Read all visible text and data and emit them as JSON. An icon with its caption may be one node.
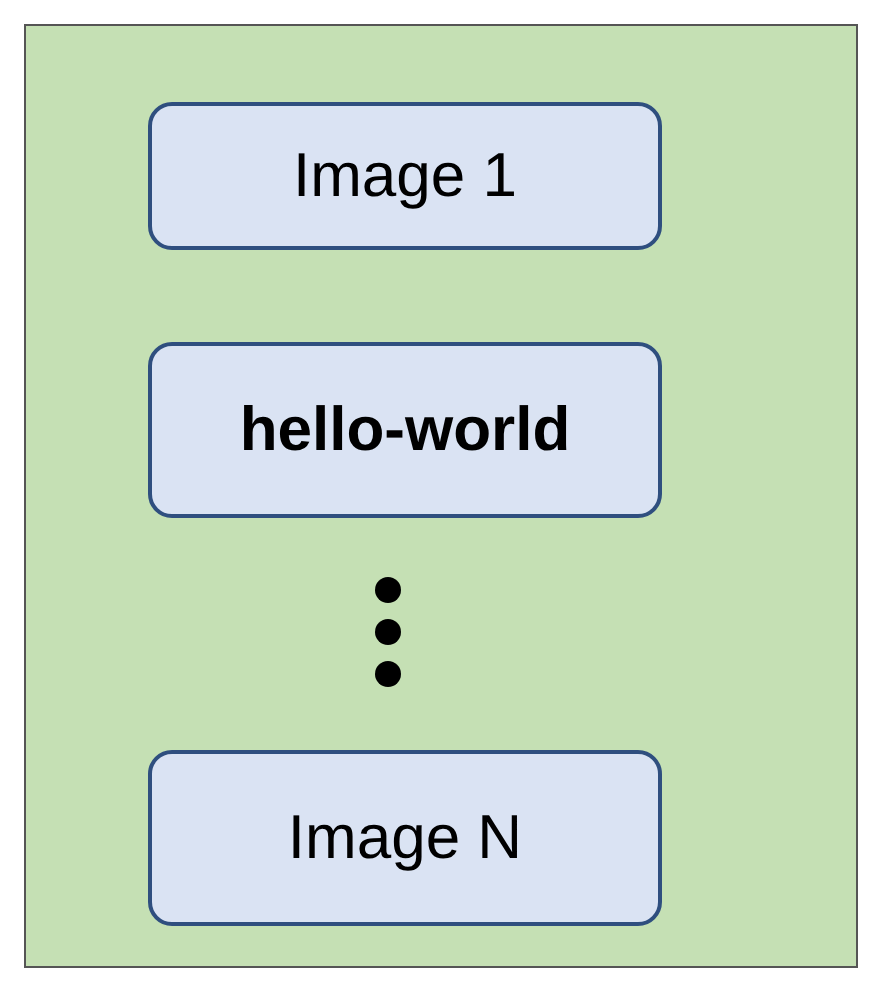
{
  "diagram": {
    "nodes": [
      {
        "text": [],
        "shape": "box"
      },
      {
        "text": [
          "Image 1"
        ],
        "in": 0
      },
      {
        "text": [
          "hello-world"
        ],
        "in": 0
      },
      {
        "text": [
          "Image N"
        ],
        "in": 0
      }
    ]
  }
}
